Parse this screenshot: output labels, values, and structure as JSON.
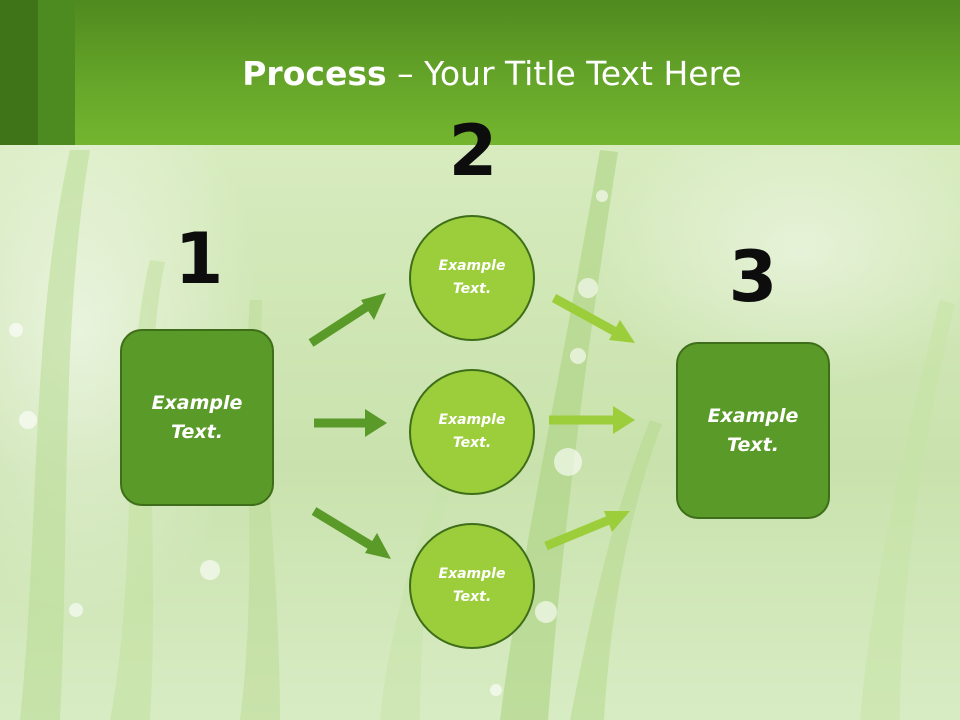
{
  "slide": {
    "title_bold": "Process",
    "title_rest": " – Your Title Text Here"
  },
  "steps": [
    {
      "number": "1",
      "label": "Example Text."
    },
    {
      "number": "2",
      "circles": [
        "Example Text.",
        "Example Text.",
        "Example Text."
      ]
    },
    {
      "number": "3",
      "label": "Example Text."
    }
  ],
  "colors": {
    "header_green": "#67a72a",
    "box_green": "#5a9a28",
    "circle_green": "#9ccd3b",
    "arrow_dark": "#5a9a28",
    "arrow_light": "#9ccd3b"
  }
}
